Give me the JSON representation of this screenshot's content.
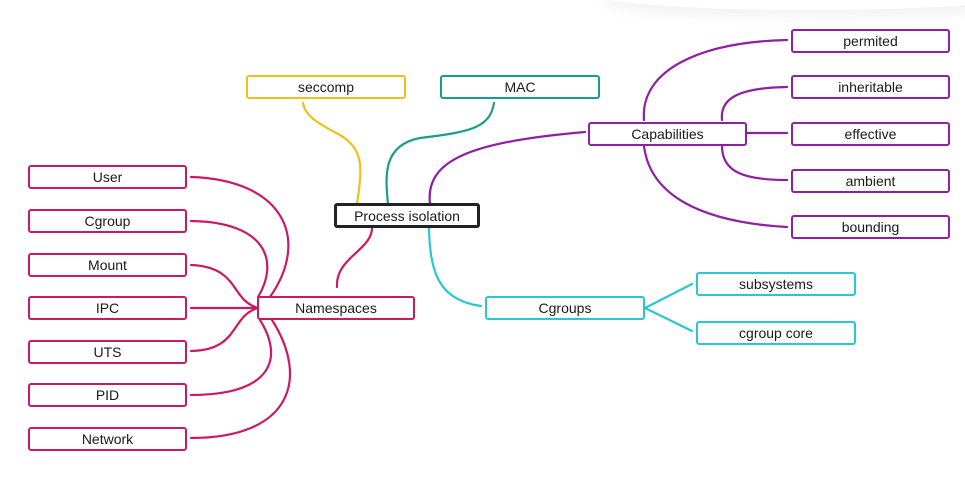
{
  "diagram": {
    "root": {
      "label": "Process isolation"
    },
    "branches": {
      "seccomp": {
        "label": "seccomp",
        "color": "#ecc11e"
      },
      "mac": {
        "label": "MAC",
        "color": "#1a9d8a"
      },
      "capabilities": {
        "label": "Capabilities",
        "color": "#8f1fa3",
        "children": [
          "permited",
          "inheritable",
          "effective",
          "ambient",
          "bounding"
        ]
      },
      "namespaces": {
        "label": "Namespaces",
        "color": "#cc1966",
        "children": [
          "User",
          "Cgroup",
          "Mount",
          "IPC",
          "UTS",
          "PID",
          "Network"
        ]
      },
      "cgroups": {
        "label": "Cgroups",
        "color": "#2cc6d1",
        "children": [
          "subsystems",
          "cgroup core"
        ]
      }
    }
  }
}
